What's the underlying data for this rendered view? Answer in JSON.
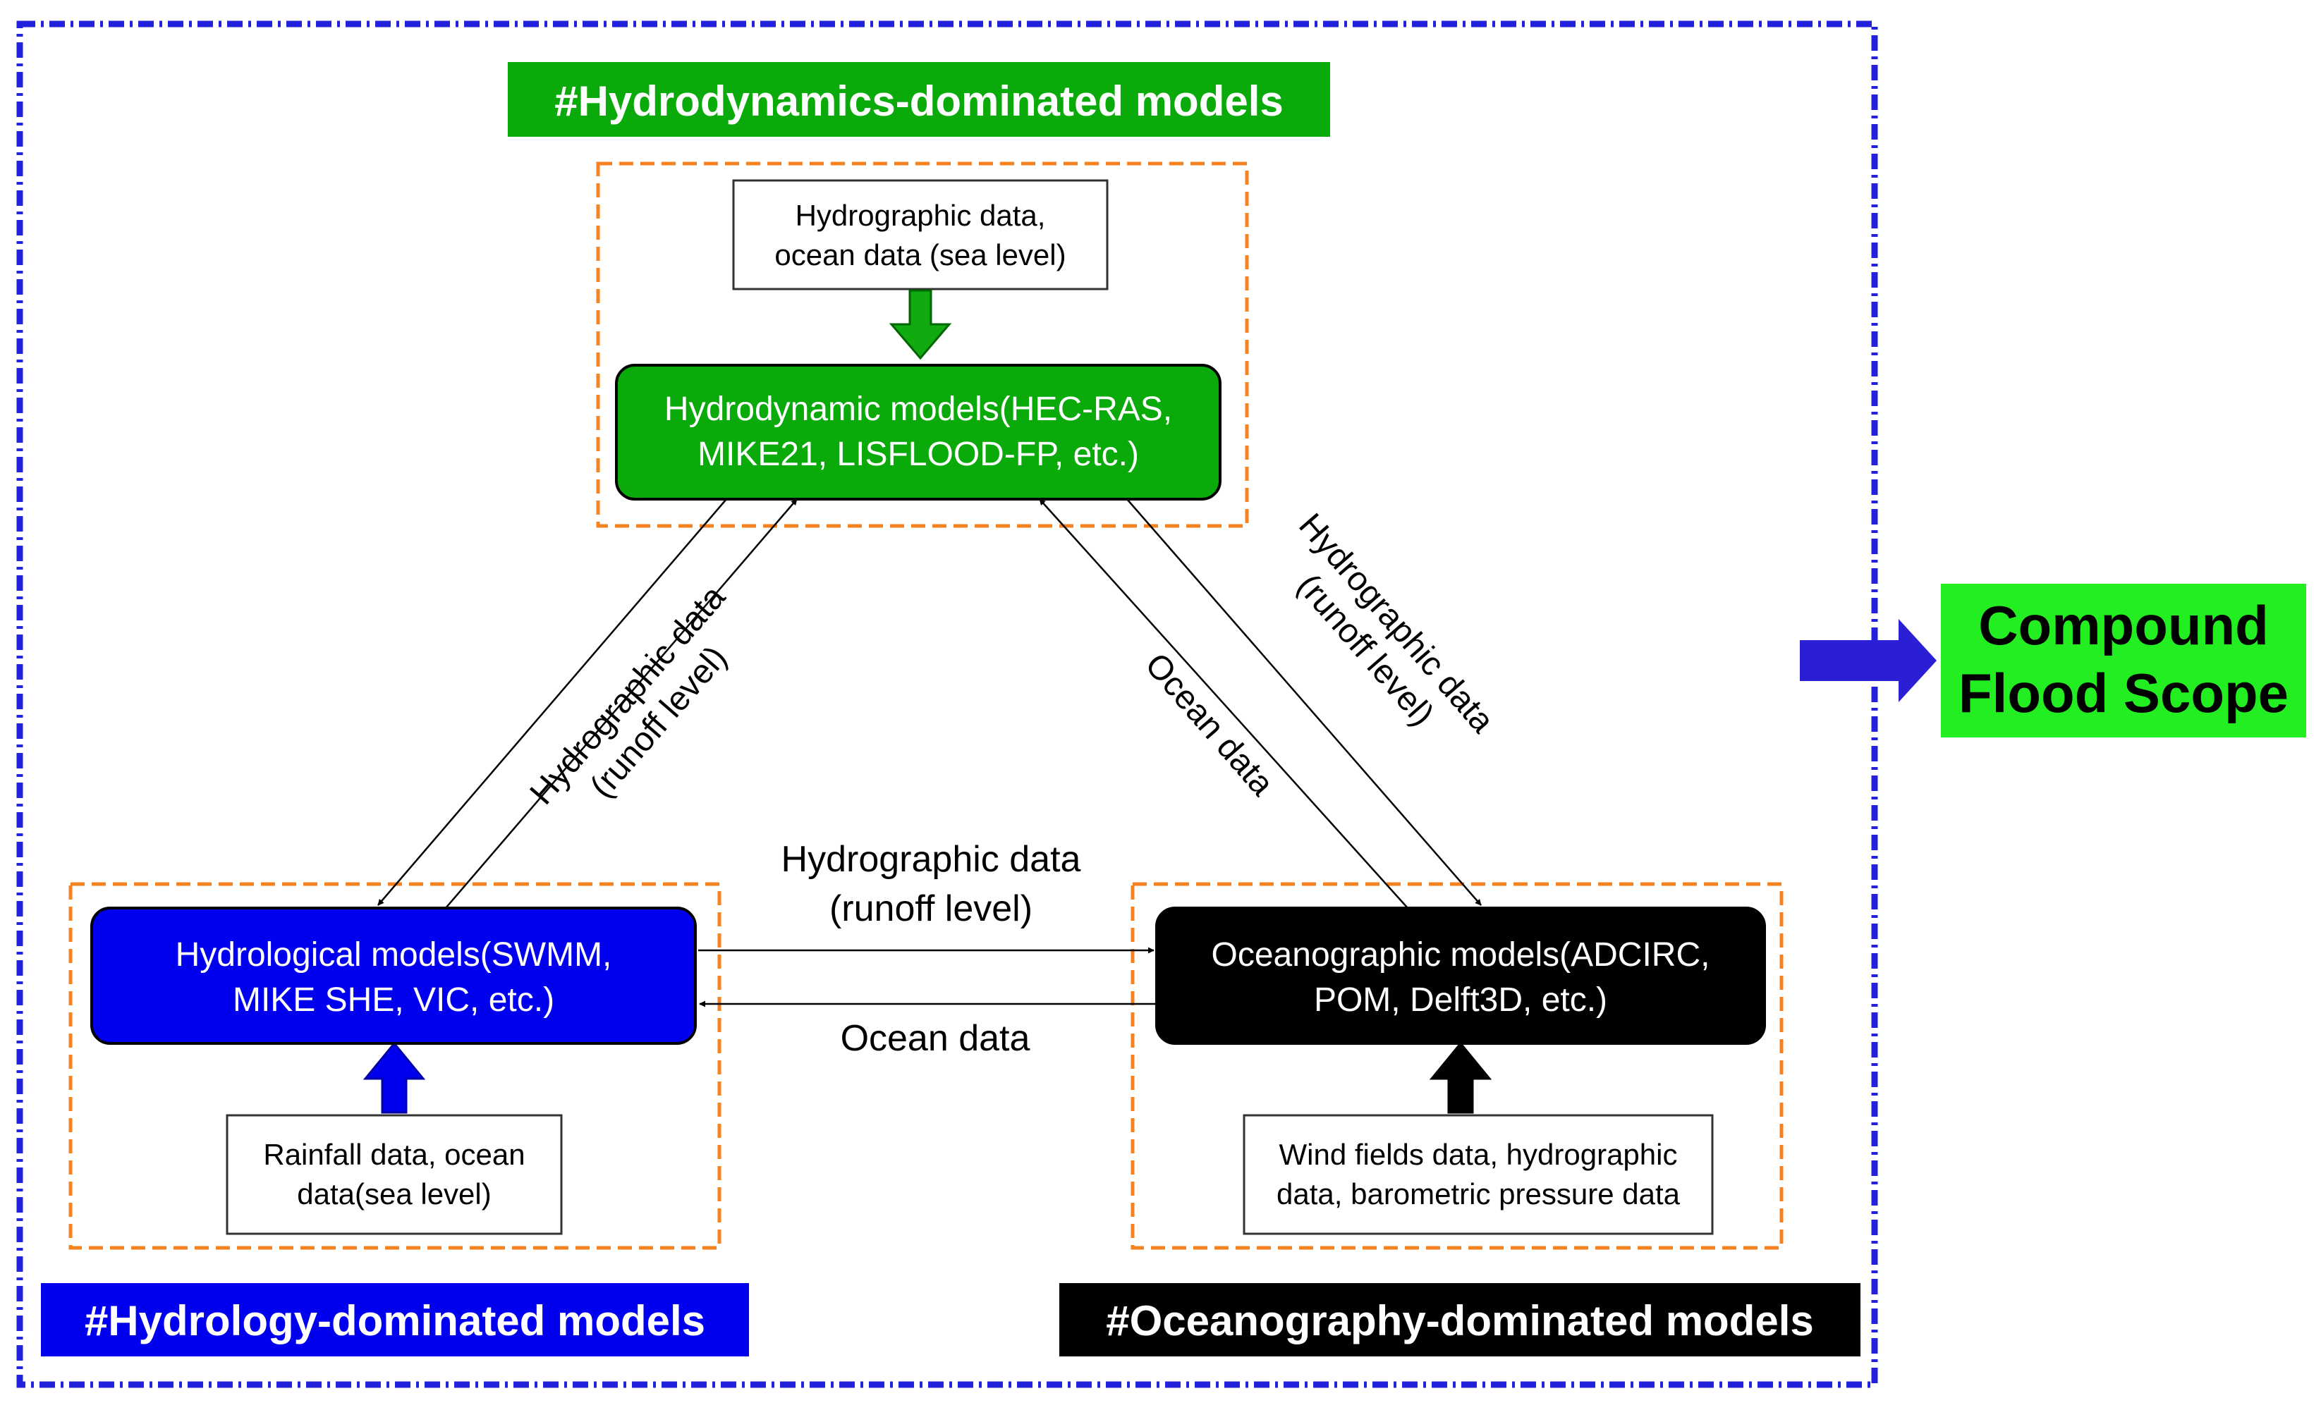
{
  "titles": {
    "hydrodynamics": "#Hydrodynamics-dominated models",
    "hydrology": "#Hydrology-dominated models",
    "oceanography": "#Oceanography-dominated models"
  },
  "models": {
    "hydrodynamic": [
      "Hydrodynamic models(HEC-RAS,",
      "MIKE21, LISFLOOD-FP, etc.)"
    ],
    "hydrological": [
      "Hydrological models(SWMM,",
      "MIKE SHE, VIC, etc.)"
    ],
    "oceanographic": [
      "Oceanographic models(ADCIRC,",
      "POM, Delft3D, etc.)"
    ]
  },
  "inputs": {
    "hydrodynamic": [
      "Hydrographic data,",
      "ocean data (sea level)"
    ],
    "hydrological": [
      "Rainfall data, ocean",
      "data(sea level)"
    ],
    "oceanographic": [
      "Wind fields data, hydrographic",
      "data, barometric pressure data"
    ]
  },
  "flows": {
    "left_line1": "Hydrographic data",
    "left_line2": "(runoff level)",
    "right_outer_line1": "Hydrographic data",
    "right_outer_line2": "(runoff level)",
    "right_inner": "Ocean data",
    "bottom_top_line1": "Hydrographic data",
    "bottom_top_line2": "(runoff level)",
    "bottom_lower": "Ocean data"
  },
  "output": [
    "Compound",
    "Flood Scope"
  ],
  "colors": {
    "green": "#0aaa0a",
    "bright_green": "#22ee22",
    "blue": "#0000ee",
    "black": "#000000",
    "orange_dash": "#f58220",
    "outer_dash": "#2222dd",
    "arrow_blue": "#2b1fd6"
  }
}
